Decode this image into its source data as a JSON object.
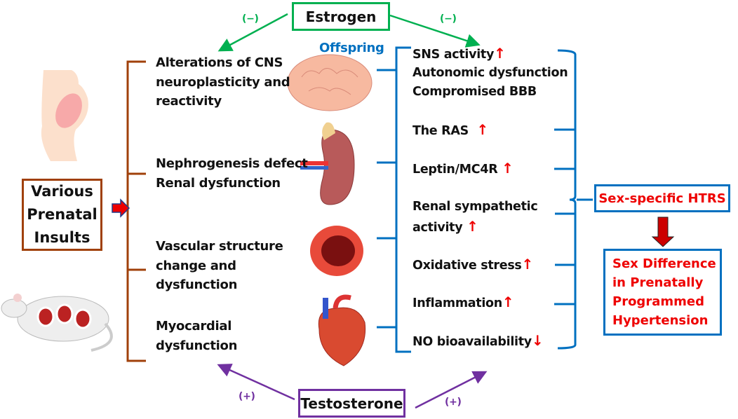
{
  "hormones": {
    "estrogen": "Estrogen",
    "estrogen_effect": "(−)",
    "testosterone": "Testosterone",
    "testosterone_effect": "(+)"
  },
  "insults": {
    "label": "Various Prenatal Insults",
    "line1": "Various",
    "line2": "Prenatal",
    "line3": "Insults"
  },
  "offspring": "Offspring",
  "left_items": [
    {
      "lines": [
        "Alterations of CNS",
        "neuroplasticity and",
        "reactivity"
      ]
    },
    {
      "lines": [
        "Nephrogenesis defect",
        "Renal dysfunction"
      ]
    },
    {
      "lines": [
        "Vascular structure",
        "change and",
        "dysfunction"
      ]
    },
    {
      "lines": [
        "Myocardial",
        "dysfunction"
      ]
    }
  ],
  "right_items": [
    {
      "text": "SNS activity",
      "dir": "↑"
    },
    {
      "text": "Autonomic dysfunction"
    },
    {
      "text": "Compromised BBB"
    },
    {
      "text": "The RAS",
      "dir": "↑"
    },
    {
      "text": "Leptin/MC4R",
      "dir": "↑"
    },
    {
      "text": "Renal sympathetic"
    },
    {
      "text": "activity",
      "dir": "↑"
    },
    {
      "text": "Oxidative stress",
      "dir": "↑"
    },
    {
      "text": "Inflammation",
      "dir": "↑"
    },
    {
      "text": "NO bioavailability",
      "dir": "↓"
    }
  ],
  "outcome": {
    "htrs": "Sex-specific HTRS",
    "lines": [
      "Sex Difference",
      "in Prenatally",
      "Programmed",
      "Hypertension"
    ]
  },
  "colors": {
    "green": "#00b050",
    "purple": "#7030a0",
    "blue": "#0070c0",
    "brown": "#a0400a",
    "red": "#e00000"
  }
}
